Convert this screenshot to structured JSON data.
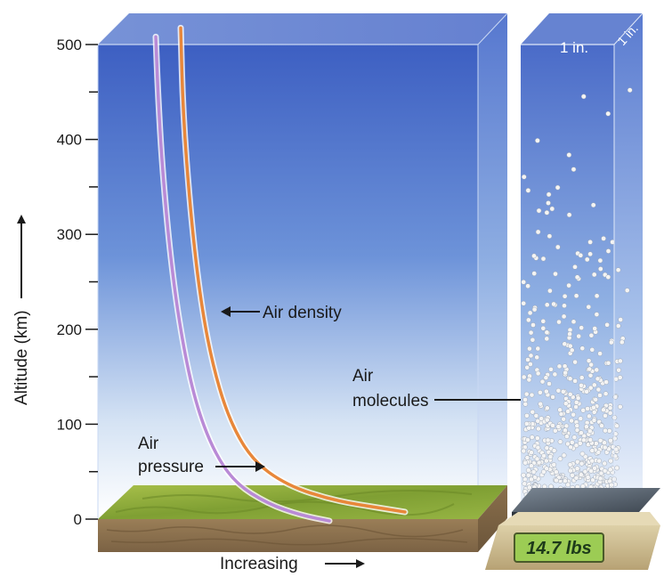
{
  "chart_data": {
    "type": "line",
    "ylabel": "Altitude (km)",
    "xlabel": "Increasing",
    "ylim": [
      0,
      500
    ],
    "y_ticks": [
      "0",
      "100",
      "200",
      "300",
      "400",
      "500"
    ],
    "series": [
      {
        "name": "Air density",
        "color": "#e8873a",
        "points": [
          [
            1.0,
            0
          ],
          [
            0.9,
            4
          ],
          [
            0.7,
            12
          ],
          [
            0.5,
            28
          ],
          [
            0.35,
            55
          ],
          [
            0.25,
            100
          ],
          [
            0.18,
            160
          ],
          [
            0.13,
            230
          ],
          [
            0.09,
            320
          ],
          [
            0.06,
            420
          ],
          [
            0.05,
            510
          ]
        ]
      },
      {
        "name": "Air pressure",
        "color": "#b98ad6",
        "points": [
          [
            0.83,
            0
          ],
          [
            0.7,
            6
          ],
          [
            0.55,
            18
          ],
          [
            0.4,
            40
          ],
          [
            0.3,
            75
          ],
          [
            0.22,
            125
          ],
          [
            0.16,
            190
          ],
          [
            0.11,
            270
          ],
          [
            0.07,
            370
          ],
          [
            0.05,
            450
          ],
          [
            0.04,
            510
          ]
        ]
      }
    ]
  },
  "annotations": {
    "air_density": "Air density",
    "air_pressure_line1": "Air",
    "air_pressure_line2": "pressure",
    "air_molecules_line1": "Air",
    "air_molecules_line2": "molecules",
    "column_front_dim": "1 in.",
    "column_side_dim": "1 in.",
    "scale_reading": "14.7 lbs"
  },
  "colors": {
    "sky_top": "#3f63c4",
    "sky_bottom": "#ffffff",
    "ground_top": "#8fae3c",
    "ground_side": "#8c7250",
    "scale_base": "#cbb98c",
    "scale_display": "#9ccc54"
  }
}
